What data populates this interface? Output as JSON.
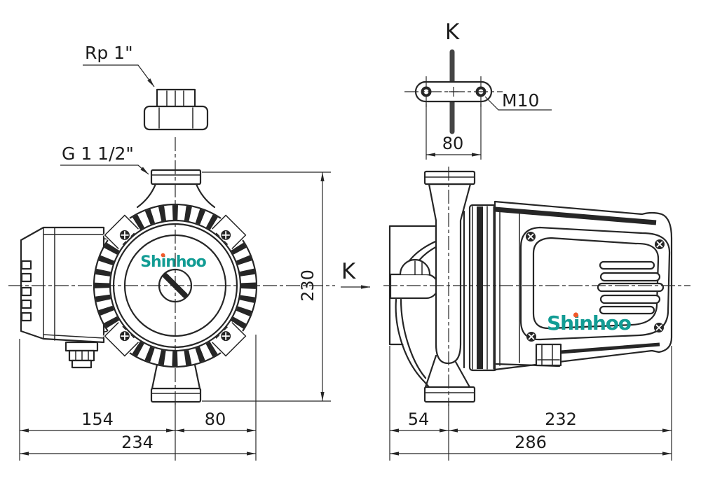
{
  "drawing": {
    "brand": "Shinhoo",
    "colors": {
      "logo_teal": "#129C94",
      "logo_dot": "#F1592A",
      "line": "#262626"
    },
    "front_view": {
      "port_label": "Rp 1\"",
      "union_label": "G 1 1/2\"",
      "dim_height": "230",
      "dim_left": "154",
      "dim_right": "80",
      "dim_total": "234"
    },
    "side_view": {
      "view_label": "K",
      "dim_left": "54",
      "dim_right": "232",
      "dim_total": "286"
    },
    "k_view": {
      "view_label": "K",
      "thread_label": "M10",
      "dim_spacing": "80"
    }
  }
}
